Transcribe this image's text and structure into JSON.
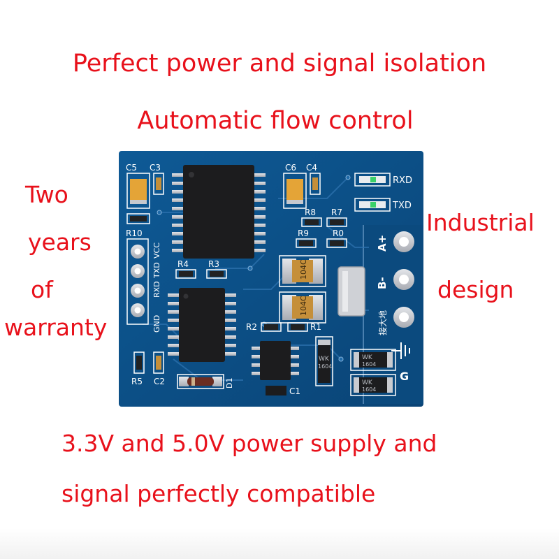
{
  "captions": {
    "top_line1": "Perfect power and signal isolation",
    "top_line2": "Automatic flow control",
    "left_line1": "Two",
    "left_line2": "years",
    "left_line3": "of",
    "left_line4": "warranty",
    "right_line1": "Industrial",
    "right_line2": "design",
    "bottom_line1": "3.3V and 5.0V power supply and",
    "bottom_line2": "signal perfectly compatible"
  },
  "board_labels": {
    "c5": "C5",
    "c3": "C3",
    "c6": "C6",
    "c4": "C4",
    "rxd_led": "RXD",
    "txd_led": "TXD",
    "r10": "R10",
    "r8": "R8",
    "r7": "R7",
    "r9": "R9",
    "r0": "R0",
    "pin_vcc": "VCC",
    "pin_txd": "TXD",
    "pin_rxd": "RXD",
    "pin_gnd": "GND",
    "r4": "R4",
    "r3": "R3",
    "r2": "R2",
    "r1": "R1",
    "cap_code_1": "104C",
    "cap_code_2": "104C",
    "term_a": "A+",
    "term_b": "B-",
    "term_earth": "接大地",
    "term_g": "G",
    "r5": "R5",
    "c2": "C2",
    "c1": "C1",
    "d1": "D1",
    "wk_1": "WK",
    "wk_1_code": "1604",
    "wk_2": "WK",
    "wk_2_code": "1604",
    "wk_3": "WK",
    "wk_3_code": "1604"
  },
  "colors": {
    "caption_text": "#e8111b",
    "pcb_blue": "#0c4f86",
    "silkscreen": "#ffffff",
    "pad_silver": "#c9cbd0",
    "ic_black": "#1c1c1e",
    "capacitor_tan": "#c58f3a",
    "led_green": "#3bd16a",
    "background": "#ffffff"
  }
}
